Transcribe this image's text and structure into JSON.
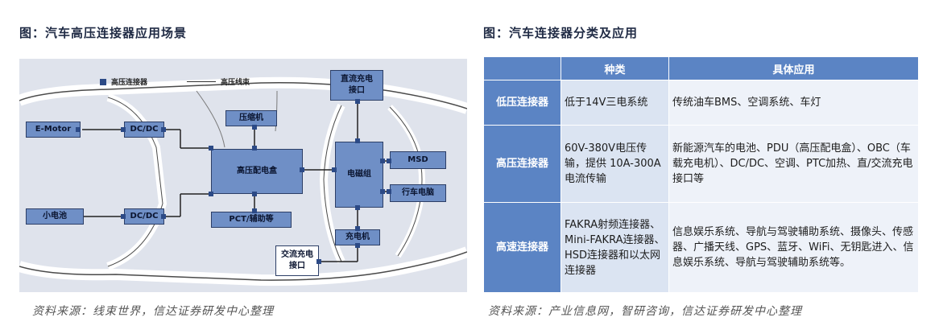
{
  "left_panel": {
    "title": "图：汽车高压连接器应用场景",
    "source": "资料来源：线束世界，信达证券研发中心整理",
    "legend": {
      "connector_label": "高压连接器",
      "harness_label": "高压线束"
    },
    "boxes": {
      "dc_charge_port": "直流充电接口",
      "compressor": "压缩机",
      "e_motor": "E-Motor",
      "dcdc_top": "DC/DC",
      "hv_distribution": "高压配电盒",
      "battery": "电磁组",
      "msd": "MSD",
      "ecu": "行车电脑",
      "small_battery": "小电池",
      "dcdc_bottom": "DC/DC",
      "ptc": "PCT/辅助等",
      "charger": "充电机",
      "ac_charge_port": "交流充电接口"
    }
  },
  "right_panel": {
    "title": "图：汽车连接器分类及应用",
    "source": "资料来源：产业信息网，智研咨询，信达证券研发中心整理",
    "table": {
      "headers": [
        "",
        "种类",
        "具体应用"
      ],
      "rows": [
        {
          "category": "低压连接器",
          "type": "低于14V三电系统",
          "application": "传统油车BMS、空调系统、车灯"
        },
        {
          "category": "高压连接器",
          "type": "60V-380V电压传输，提供 10A-300A 电流传输",
          "application": "新能源汽车的电池、PDU（高压配电盒）、OBC（车载充电机）、DC/DC、空调、PTC加热、直/交流充电接口等"
        },
        {
          "category": "高速连接器",
          "type": "FAKRA射频连接器、Mini-FAKRA连接器、HSD连接器和以太网连接器",
          "application": "信息娱乐系统、导航与驾驶辅助系统、摄像头、传感器、广播天线、GPS、蓝牙、WiFi、无钥匙进入、信息娱乐系统、导航与驾驶辅助系统等。"
        }
      ]
    }
  }
}
